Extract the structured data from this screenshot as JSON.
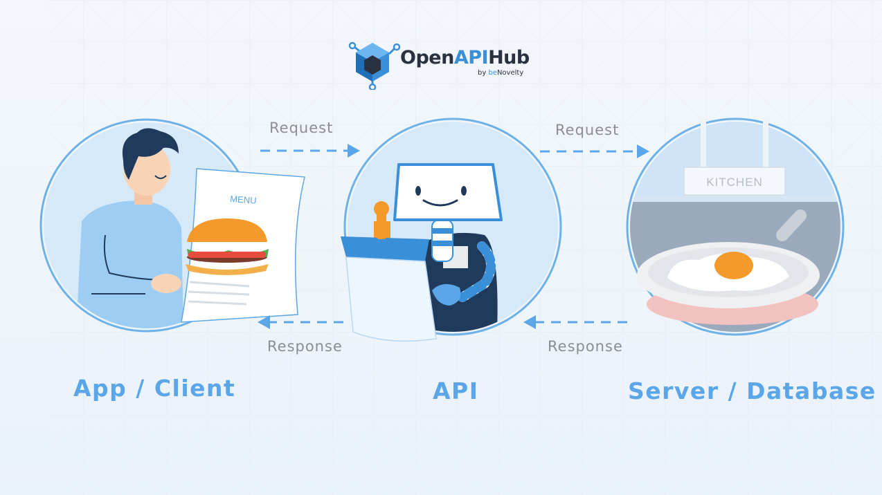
{
  "logo": {
    "name_prefix": "Open",
    "name_accent": "API",
    "name_suffix": "Hub",
    "byline_prefix": "by ",
    "byline_accent": "be",
    "byline_suffix": "Novelty"
  },
  "flow": {
    "request_left": "Request",
    "request_right": "Request",
    "response_left": "Response",
    "response_right": "Response"
  },
  "nodes": {
    "client": "App / Client",
    "api": "API",
    "server": "Server / Database"
  },
  "illustrations": {
    "menu_label": "MENU",
    "kitchen_label": "KITCHEN"
  },
  "colors": {
    "accent": "#5aa6e8",
    "robot_blue": "#cfe4f7",
    "navy": "#1f3a5a",
    "egg_yolk": "#f39a2a"
  }
}
